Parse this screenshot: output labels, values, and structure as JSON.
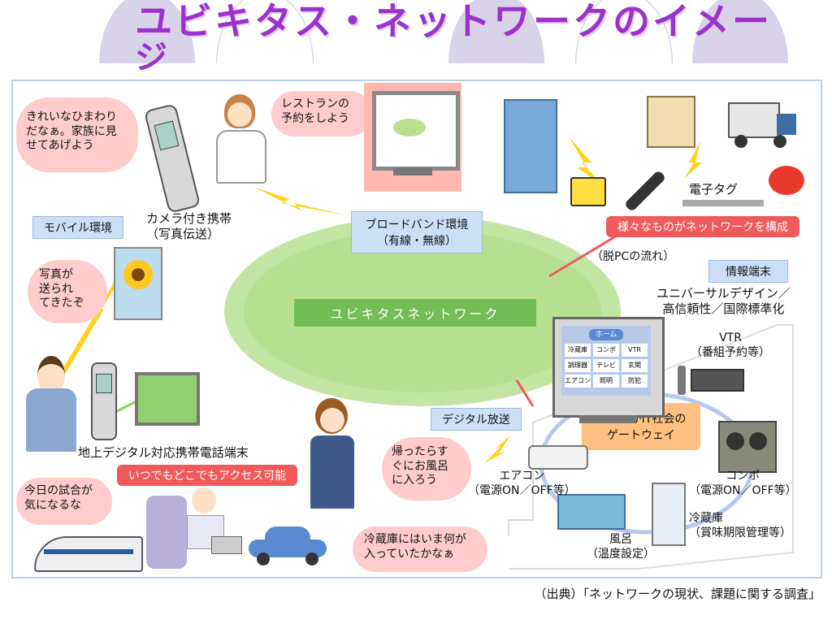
{
  "title": {
    "line1": "ユビキタス・ネットワークのイメー",
    "line2": "ジ"
  },
  "center": {
    "label": "ユビキタスネットワーク"
  },
  "labels": {
    "broadband_line1": "ブロードバンド環境",
    "broadband_line2": "（有線・無線）",
    "mobile_env": "モバイル環境",
    "digital_broadcast": "デジタル放送",
    "info_terminal": "情報端末",
    "tv_gateway_line1": "テレビがIT社会の",
    "tv_gateway_line2": "ゲートウェイ",
    "network_things": "様々なものがネットワークを構成",
    "access_anywhere": "いつでもどこでもアクセス可能"
  },
  "captions": {
    "camera_phone_line1": "カメラ付き携帯",
    "camera_phone_line2": "（写真伝送）",
    "terrestrial_phone": "地上デジタル対応携帯電話端末",
    "post_pc": "（脱PCの流れ）",
    "universal_line1": "ユニバーサルデザイン／",
    "universal_line2": "高信頼性／国際標準化",
    "vtr_line1": "VTR",
    "vtr_line2": "（番組予約等）",
    "aircon_line1": "エアコン",
    "aircon_line2": "（電源ON／OFF等）",
    "stereo_line1": "コンポ",
    "stereo_line2": "（電源ON／OFF等）",
    "fridge_line1": "冷蔵庫",
    "fridge_line2": "（賞味期限管理等）",
    "bath_line1": "風呂",
    "bath_line2": "（温度設定）",
    "etag": "電子タグ"
  },
  "thoughts": {
    "sunflower_line1": "きれいなひまわり",
    "sunflower_line2": "だなぁ。家族に見",
    "sunflower_line3": "せてあげよう",
    "restaurant_line1": "レストランの",
    "restaurant_line2": "予約をしよう",
    "photo_line1": "写真が",
    "photo_line2": "送られ",
    "photo_line3": "てきたぞ",
    "match_line1": "今日の試合が",
    "match_line2": "気になるな",
    "bath_line1": "帰ったらす",
    "bath_line2": "ぐにお風呂",
    "bath_line3": "に入ろう",
    "fridge_line1": "冷蔵庫にはいま何が",
    "fridge_line2": "入っていたかなぁ"
  },
  "tv_menu": {
    "header": "ホーム",
    "items": [
      "冷蔵庫",
      "コンポ",
      "VTR",
      "調理器",
      "テレビ",
      "玄関",
      "エアコン",
      "照明",
      "防犯"
    ]
  },
  "source": "（出典）「ネットワークの現状、課題に関する調査」",
  "colors": {
    "title": "#9933cc",
    "thought": "#ffcccc",
    "blue_label": "#cce0f5",
    "red_label": "#f05a5a",
    "ellipse": "#8fcf5a",
    "lightning": "#ffd21f"
  }
}
